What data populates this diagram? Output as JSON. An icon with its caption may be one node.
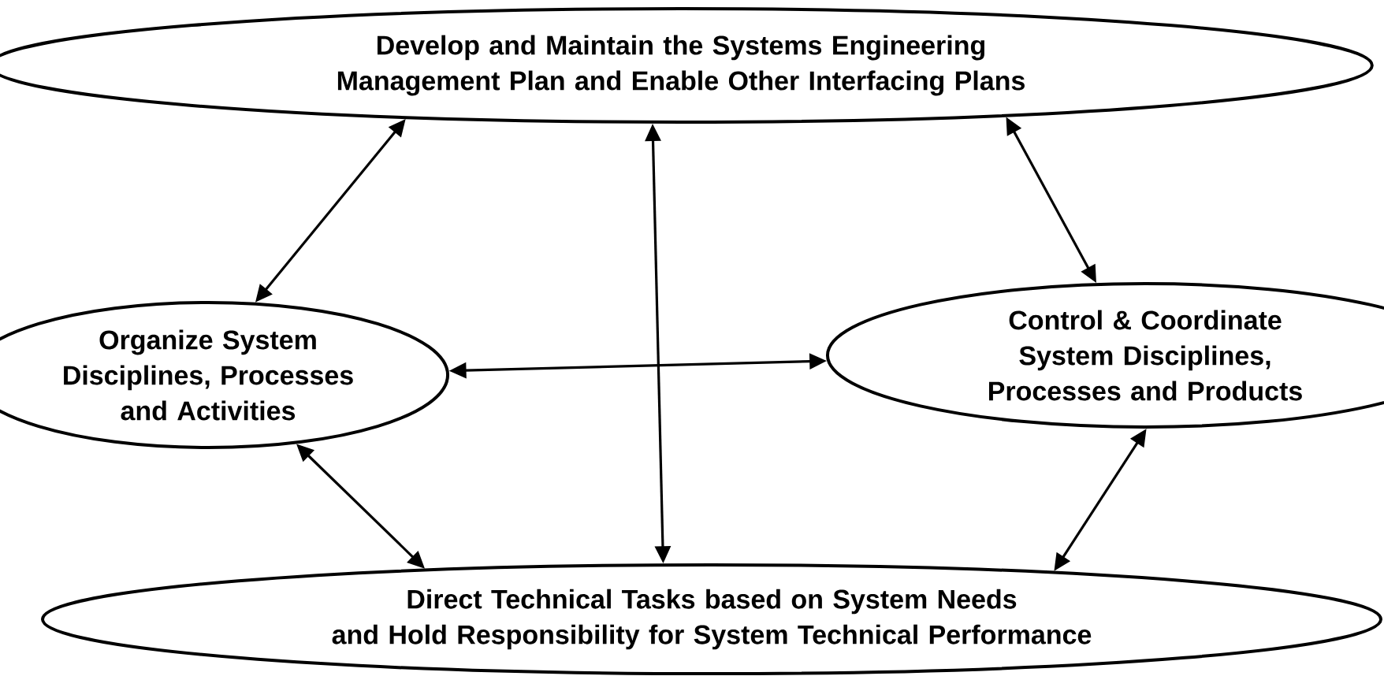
{
  "diagram": {
    "nodes": [
      {
        "text": [
          "Develop and Maintain the Systems Engineering Management Plan and Enable Other Interfacing Plans"
        ]
      },
      {
        "text": [
          "Organize System Disciplines, Processes and Activities"
        ]
      },
      {
        "text": [
          "Control & Coordinate System Disciplines, Processes and Products"
        ]
      },
      {
        "text": [
          "Direct Technical Tasks based on System Needs and Hold Responsibility for System Technical Performance"
        ]
      }
    ],
    "edges": [
      {
        "from": 0,
        "to": 1,
        "arrow": "both"
      },
      {
        "from": 0,
        "to": 3,
        "arrow": "both"
      },
      {
        "from": 0,
        "to": 2,
        "arrow": "both"
      },
      {
        "from": 1,
        "to": 2,
        "arrow": "both"
      },
      {
        "from": 1,
        "to": 3,
        "arrow": "both"
      },
      {
        "from": 2,
        "to": 3,
        "arrow": "both"
      }
    ]
  }
}
